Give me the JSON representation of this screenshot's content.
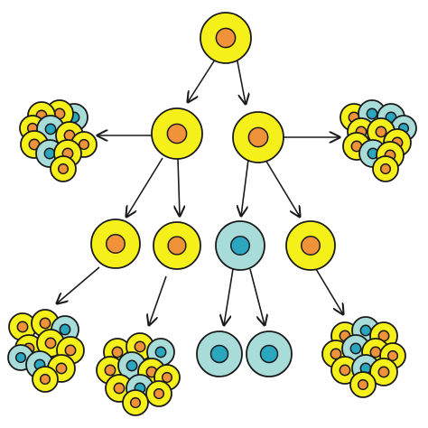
{
  "colors": {
    "background": "#ffffff",
    "outline": "#1a1a1a",
    "yellow_cell_fill": "#f5ef1a",
    "yellow_cell_nucleus": "#f0923a",
    "blue_cell_fill": "#a8dcd9",
    "blue_cell_nucleus": "#2aa6bf"
  },
  "cell_types": [
    "yellow-cell",
    "blue-cell"
  ],
  "arrow_style": "black line with open arrowhead"
}
